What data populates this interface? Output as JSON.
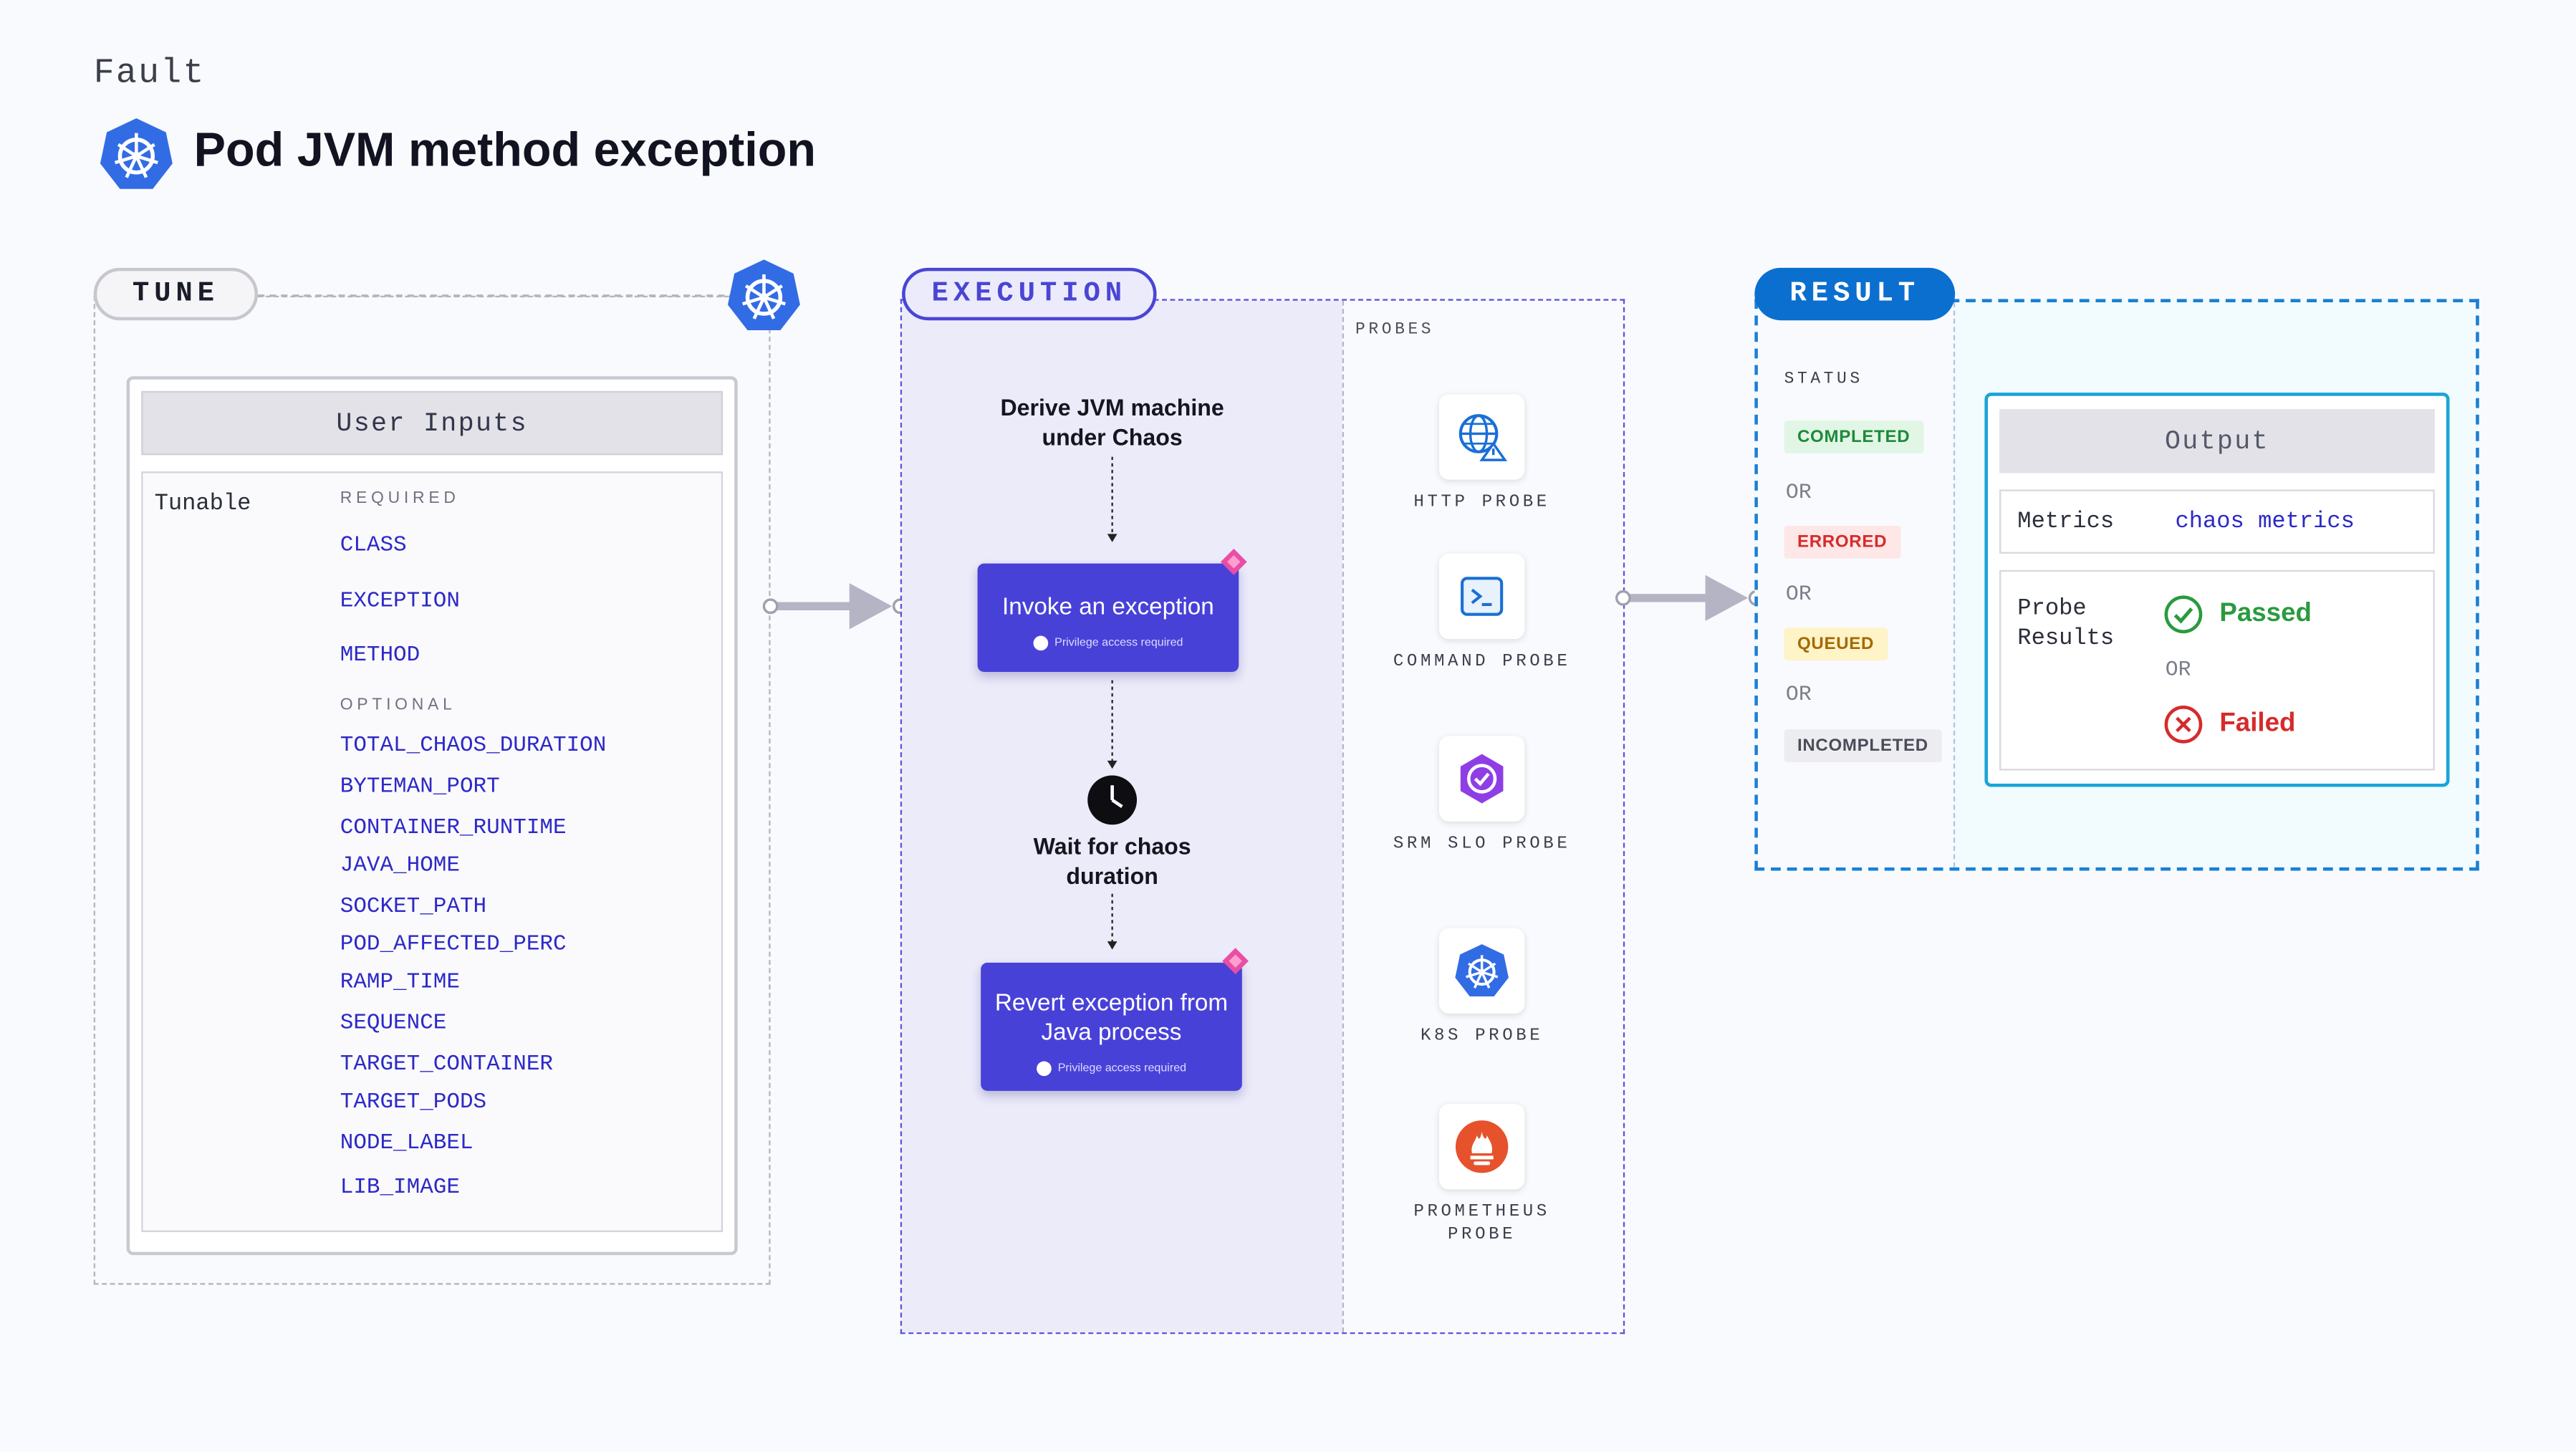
{
  "header": {
    "category": "Fault",
    "title": "Pod JVM method exception",
    "icon": "kubernetes-icon"
  },
  "tune": {
    "label": "TUNE",
    "panel_title": "User Inputs",
    "tunable_label": "Tunable",
    "required_tag": "REQUIRED",
    "required": [
      "CLASS",
      "EXCEPTION",
      "METHOD"
    ],
    "optional_tag": "OPTIONAL",
    "optional": [
      "TOTAL_CHAOS_DURATION",
      "BYTEMAN_PORT",
      "CONTAINER_RUNTIME",
      "JAVA_HOME",
      "SOCKET_PATH",
      "POD_AFFECTED_PERC",
      "RAMP_TIME",
      "SEQUENCE",
      "TARGET_CONTAINER",
      "TARGET_PODS",
      "NODE_LABEL",
      "LIB_IMAGE"
    ]
  },
  "execution": {
    "label": "EXECUTION",
    "step1": "Derive JVM machine under Chaos",
    "step2_title": "Invoke an exception",
    "step2_sub": "Privilege access required",
    "step3": "Wait for chaos duration",
    "step4_title": "Revert exception from Java process",
    "step4_sub": "Privilege access required",
    "probes_tag": "PROBES",
    "probes": [
      {
        "label": "HTTP PROBE",
        "icon": "globe-icon"
      },
      {
        "label": "COMMAND PROBE",
        "icon": "terminal-icon"
      },
      {
        "label": "SRM SLO PROBE",
        "icon": "srm-icon"
      },
      {
        "label": "K8S PROBE",
        "icon": "kubernetes-icon"
      },
      {
        "label": "PROMETHEUS PROBE",
        "icon": "prometheus-icon"
      }
    ]
  },
  "result": {
    "label": "RESULT",
    "status_tag": "STATUS",
    "statuses": [
      {
        "label": "COMPLETED",
        "color": "#1f8a3a",
        "bg": "#e2f6e6"
      },
      {
        "label": "ERRORED",
        "color": "#d62b2b",
        "bg": "#fde7e7"
      },
      {
        "label": "QUEUED",
        "color": "#a26b00",
        "bg": "#fff3c8"
      },
      {
        "label": "INCOMPLETED",
        "color": "#4a4d59",
        "bg": "#ededf1"
      }
    ],
    "or": "OR",
    "output_title": "Output",
    "metrics_label": "Metrics",
    "metrics_value": "chaos metrics",
    "probe_results_label": "Probe Results",
    "passed": "Passed",
    "failed": "Failed"
  }
}
